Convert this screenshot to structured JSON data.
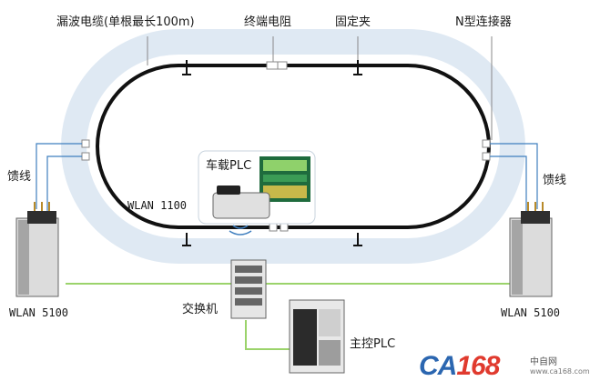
{
  "labels": {
    "leaky_cable": "漏波电缆(单根最长100m)",
    "termination": "终端电阻",
    "clamp": "固定夹",
    "n_connector": "N型连接器",
    "feeder_left": "馈线",
    "feeder_right": "馈线",
    "vehicle_plc": "车载PLC",
    "wlan_1100": "WLAN 1100",
    "wlan_5100_left": "WLAN 5100",
    "wlan_5100_right": "WLAN 5100",
    "switch": "交换机",
    "main_plc": "主控PLC"
  },
  "watermark": {
    "brand_part1": "CA",
    "brand_part2": "168",
    "site": "中自网",
    "url": "www.ca168.com"
  },
  "colors": {
    "track_halo": "#dfe9f3",
    "cable": "#111111",
    "feeder": "#3f7fbf",
    "ethernet": "#9bd36b",
    "brand_blue": "#2b66b0",
    "brand_red": "#e03a2e"
  }
}
